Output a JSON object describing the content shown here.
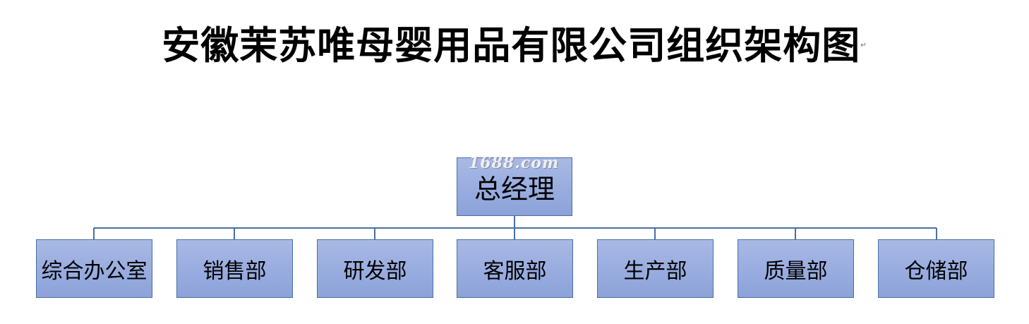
{
  "title": "安徽茉苏唯母婴用品有限公司组织架构图",
  "title_mark": "↵",
  "watermark": "1688.com",
  "colors": {
    "box_fill": "#98acdf",
    "box_border": "#4a6fa5",
    "connector": "#4a6fa5"
  },
  "org": {
    "root": "总经理",
    "departments": [
      "综合办公室",
      "销售部",
      "研发部",
      "客服部",
      "生产部",
      "质量部",
      "仓储部"
    ]
  }
}
